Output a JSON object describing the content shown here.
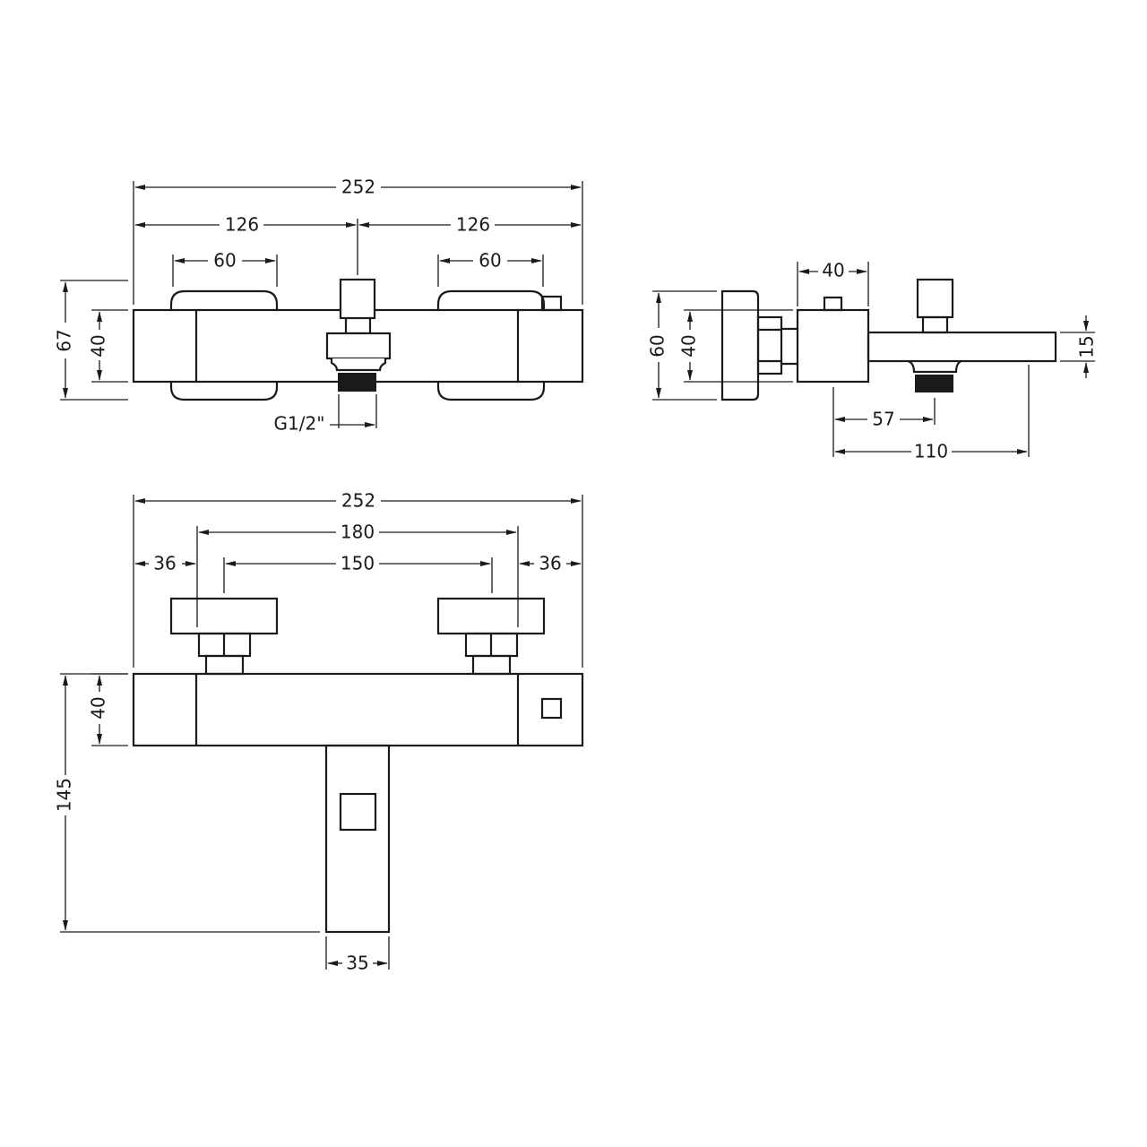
{
  "front_view": {
    "overall_width": "252",
    "half_left": "126",
    "half_right": "126",
    "handle_left_width": "60",
    "handle_right_width": "60",
    "overall_height": "67",
    "body_height": "40",
    "thread": "G1/2\""
  },
  "side_view": {
    "body_width": "40",
    "plate_height": "60",
    "body_height": "40",
    "spout_height": "15",
    "outlet_offset": "57",
    "spout_projection": "110"
  },
  "top_view": {
    "overall_width": "252",
    "inlet_centers_max": "180",
    "inlet_centers_min": "150",
    "edge_left": "36",
    "edge_right": "36",
    "body_depth": "40",
    "total_depth": "145",
    "spout_width": "35"
  },
  "colors": {
    "line": "#1a1a1a",
    "background": "#ffffff"
  }
}
